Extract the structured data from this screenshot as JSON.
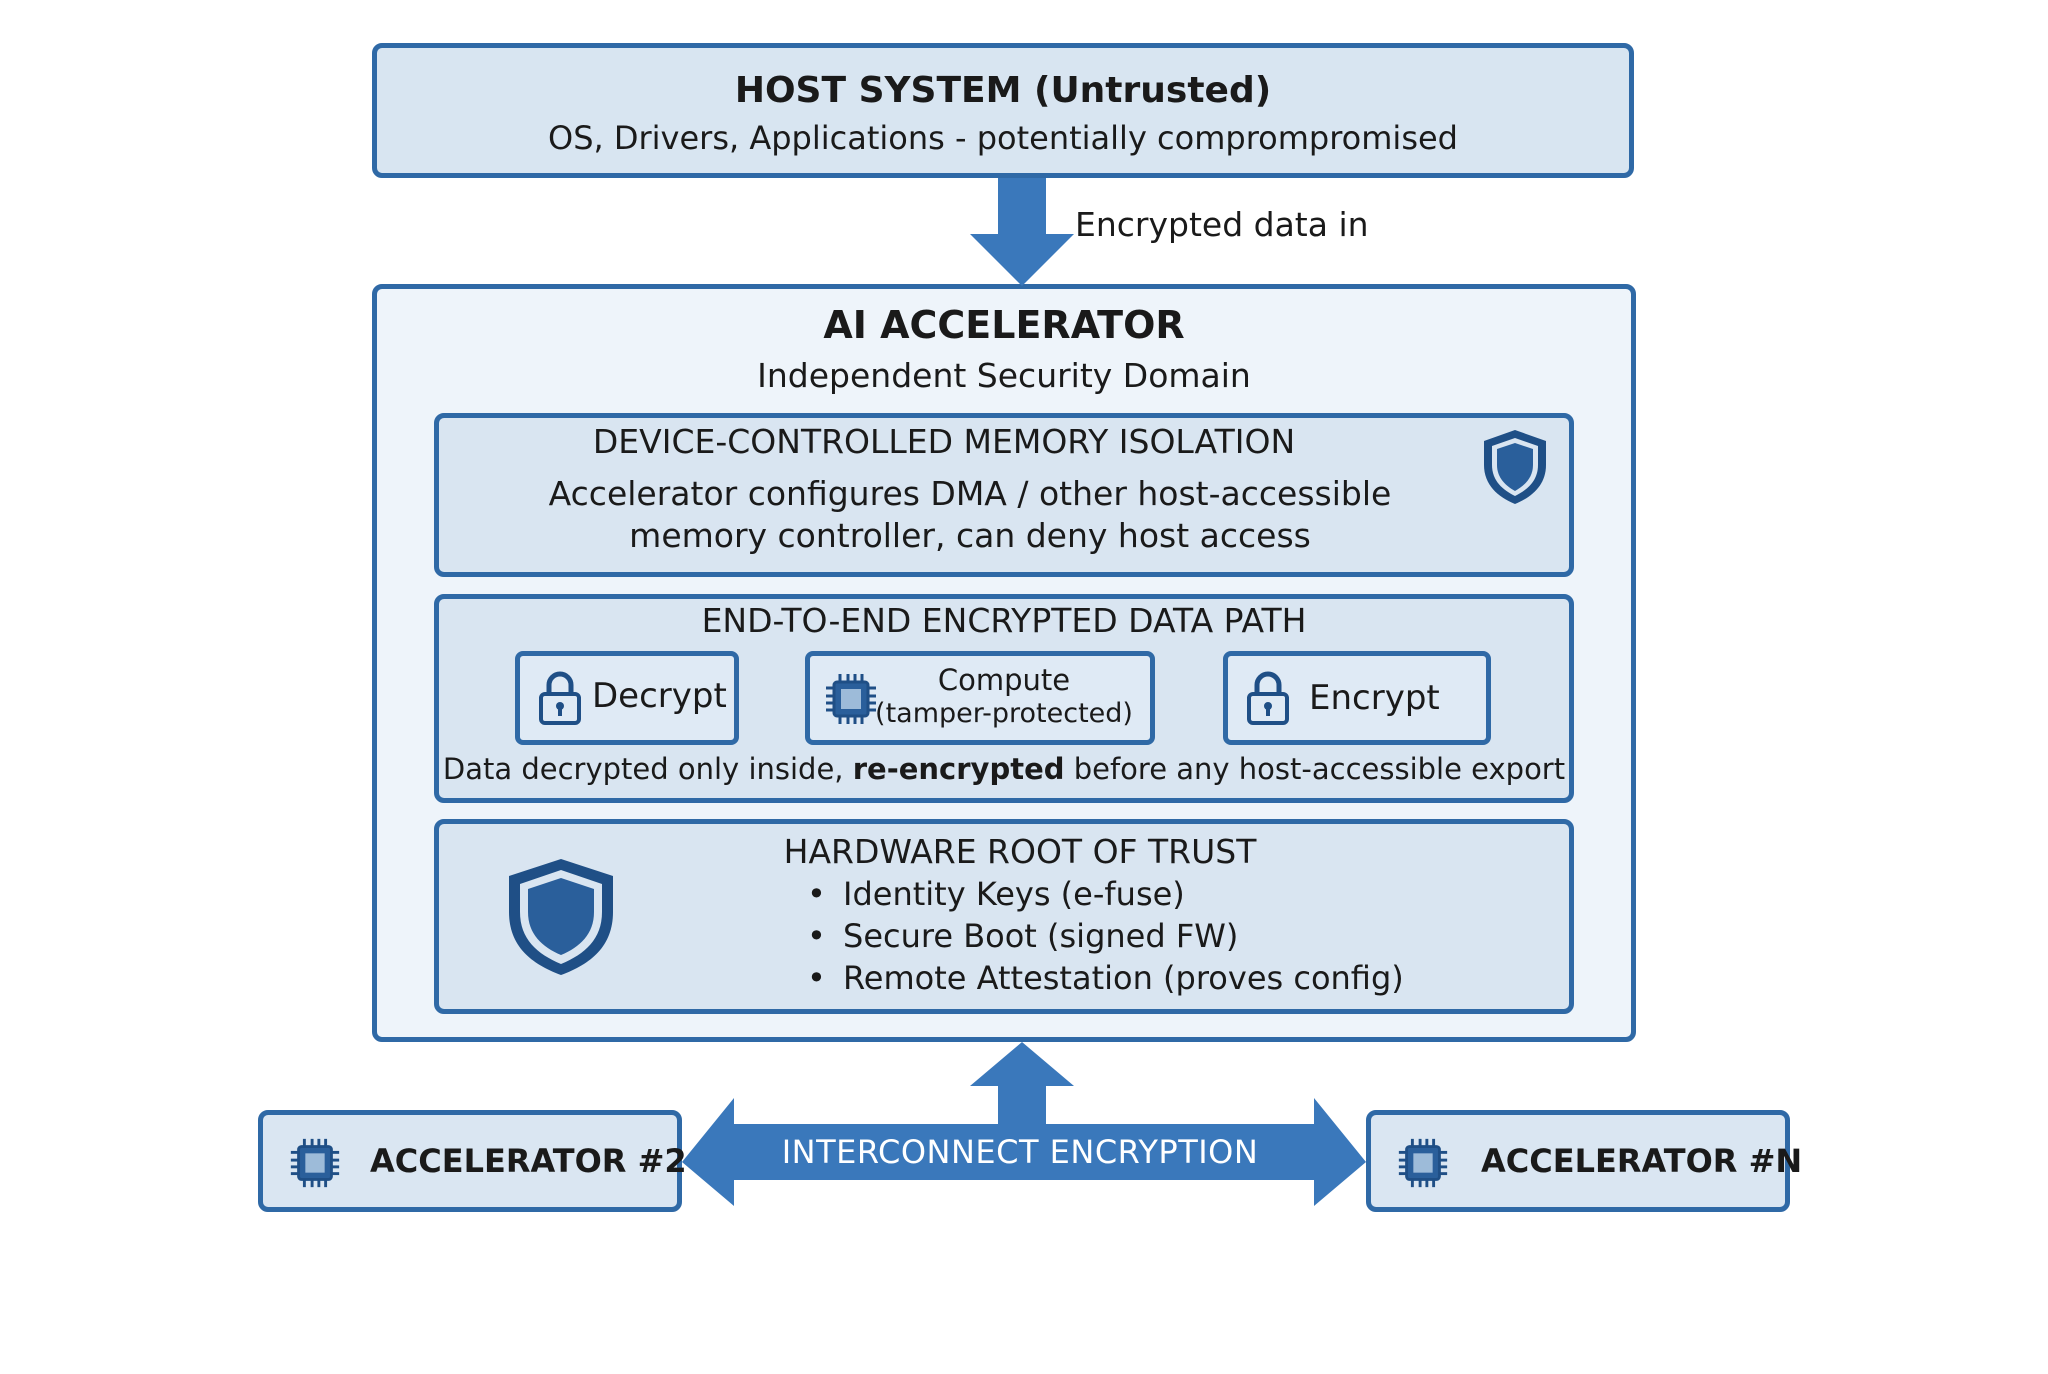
{
  "host": {
    "title": "HOST SYSTEM (Untrusted)",
    "subtitle": "OS, Drivers, Applications - potentially comprompromised"
  },
  "arrow_label": "Encrypted data in",
  "accelerator": {
    "title": "AI ACCELERATOR",
    "subtitle": "Independent Security Domain"
  },
  "memory_isolation": {
    "title": "DEVICE-CONTROLLED MEMORY ISOLATION",
    "body_line1": "Accelerator configures DMA / other host-accessible",
    "body_line2": "memory controller, can deny host access",
    "icon": "shield-icon"
  },
  "data_path": {
    "title": "END-TO-END ENCRYPTED DATA PATH",
    "steps": [
      {
        "label": "Decrypt",
        "icon": "lock-icon"
      },
      {
        "label": "Compute",
        "sublabel": "(tamper-protected)",
        "icon": "chip-icon"
      },
      {
        "label": "Encrypt",
        "icon": "lock-icon"
      }
    ],
    "note_prefix": "Data decrypted only inside, ",
    "note_bold": "re-encrypted",
    "note_suffix": " before any host-accessible export"
  },
  "root_of_trust": {
    "title": "HARDWARE ROOT OF TRUST",
    "items": [
      "Identity Keys (e-fuse)",
      "Secure Boot (signed FW)",
      "Remote Attestation (proves config)"
    ],
    "icon": "shield-icon"
  },
  "interconnect": {
    "label": "INTERCONNECT ENCRYPTION",
    "left_node": "ACCELERATOR #2",
    "right_node": "ACCELERATOR #N"
  },
  "colors": {
    "border": "#2f69a6",
    "box_fill": "#d8e5f1",
    "arrow": "#3a78bb"
  }
}
